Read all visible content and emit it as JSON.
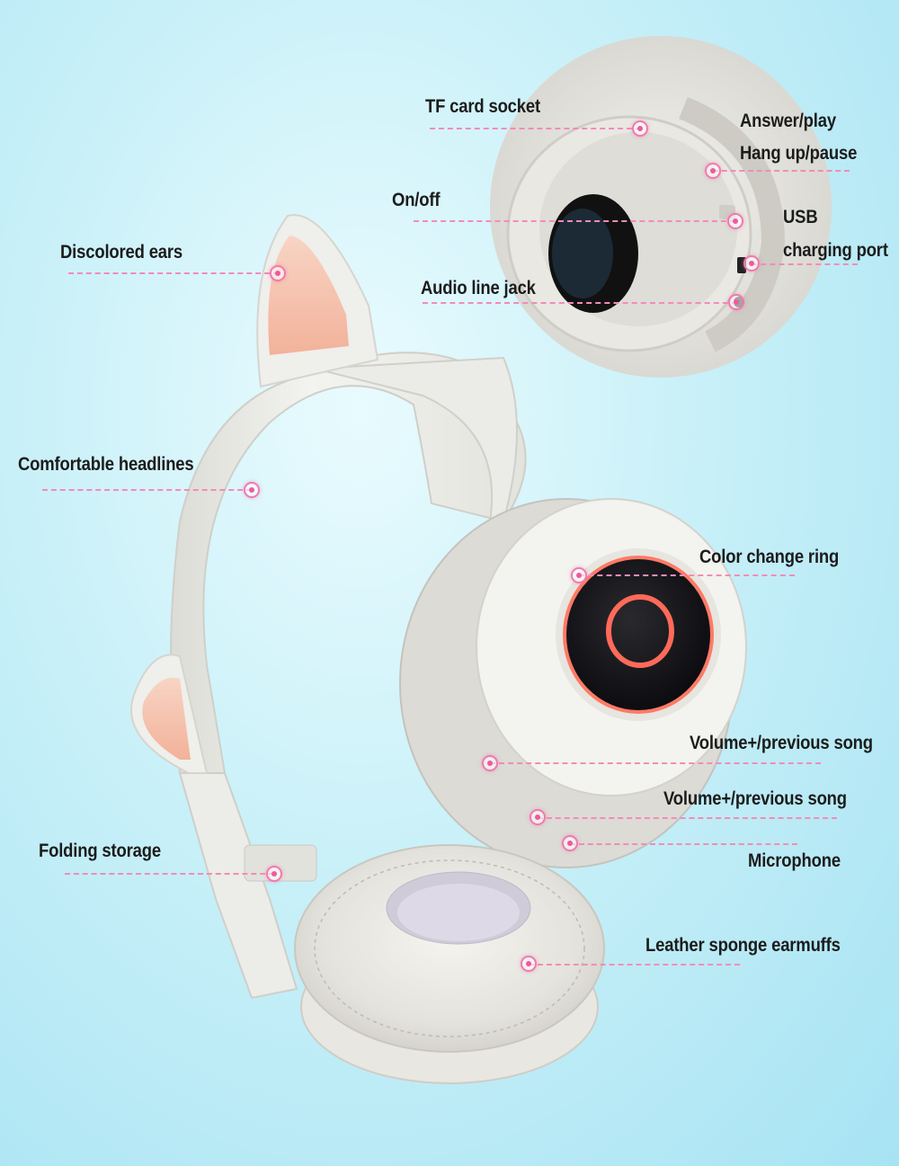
{
  "callouts": {
    "tf_card": "TF card socket",
    "answer_play": "Answer/play",
    "hangup_pause": "Hang up/pause",
    "on_off": "On/off",
    "usb": "USB",
    "charging_port": "charging port",
    "audio_jack": "Audio line jack",
    "discolored_ears": "Discolored ears",
    "headlines": "Comfortable headlines",
    "color_ring": "Color change ring",
    "volume_plus_1": "Volume+/previous song",
    "volume_plus_2": "Volume+/previous song",
    "microphone": "Microphone",
    "folding": "Folding storage",
    "earmuffs": "Leather sponge earmuffs"
  },
  "colors": {
    "background": "#b9ebf6",
    "headphone_body": "#eeeeea",
    "ear_inner": "#f6c0aa",
    "led_ring": "#ff7a66",
    "leader_line": "#f28cb8",
    "marker": "#ee5a9e"
  }
}
